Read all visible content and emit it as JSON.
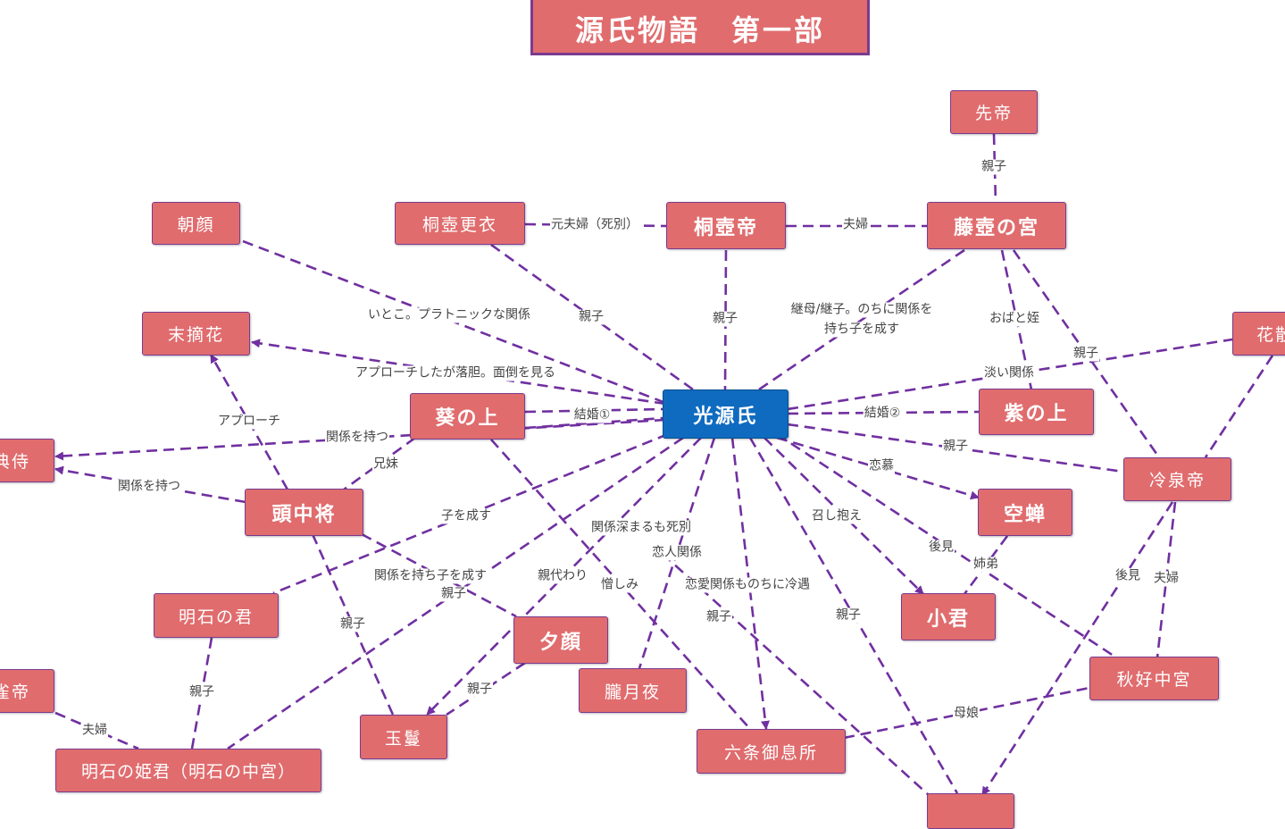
{
  "title": "源氏物語　第一部",
  "colors": {
    "node": "#e06c6e",
    "center": "#0f6bbf",
    "edge": "#7030a0"
  },
  "nodes": {
    "sentei": "先帝",
    "kiritsubo_koui": "桐壺更衣",
    "kiritsubo_tei": "桐壺帝",
    "fujitsubo": "藤壺の宮",
    "asagao": "朝顔",
    "suetsumuhana": "末摘花",
    "hanachiru": "花散",
    "aoi": "葵の上",
    "genji": "光源氏",
    "murasaki": "紫の上",
    "naishi": "典侍",
    "tonochujo": "頭中将",
    "reizei": "冷泉帝",
    "utsusemi": "空蝉",
    "akashi": "明石の君",
    "kogimi": "小君",
    "yugao": "夕顔",
    "suzaku": "朱雀帝",
    "akikonomu": "秋好中宮",
    "oborozukiyo": "朧月夜",
    "tamakazura": "玉鬘",
    "rokujo": "六条御息所",
    "akashi_hime": "明石の姫君（明石の中宮）",
    "bottom": ""
  },
  "labels": {
    "motofufu": "元夫婦（死別）",
    "fufu1": "夫婦",
    "oyako_sentei": "親子",
    "itoko": "いとこ。プラトニックな関係",
    "oyako_koui": "親子",
    "oyako_tei": "親子",
    "keibo_1": "継母/継子。のちに関係を",
    "keibo_2": "持ち子を成す",
    "obameh": "おばと姪",
    "oyako_fuji": "親子",
    "approach1": "アプローチしたが落胆。面倒を見る",
    "awai": "淡い関係",
    "kekkon1": "結婚①",
    "kekkon2": "結婚②",
    "approach2": "アプローチ",
    "kankei1": "関係を持つ",
    "kyoudai": "兄妹",
    "kankei2": "関係を持つ",
    "oyako_reizei": "親子",
    "renbo": "恋慕",
    "kowonasu": "子を成す",
    "fukamaru": "関係深まるも死別",
    "meshikakae": "召し抱え",
    "renai": "恋人関係",
    "kenkei_ko": "関係を持ち子を成す",
    "oyako_tamakazura": "親子",
    "oyagawari": "親代わり",
    "nikushimi": "憎しみ",
    "renai_reigu": "恋愛関係ものちに冷遇",
    "ushiromi1": "後見",
    "shitei": "姉弟",
    "ushiromi2": "後見",
    "fufu2": "夫婦",
    "oyako_tono": "親子",
    "oyako_rokujo": "親子",
    "oyako_genji_b": "親子",
    "oyako_akashi": "親子",
    "oyako_yugao": "親子",
    "boujou": "母娘",
    "fufu3": "夫婦"
  }
}
